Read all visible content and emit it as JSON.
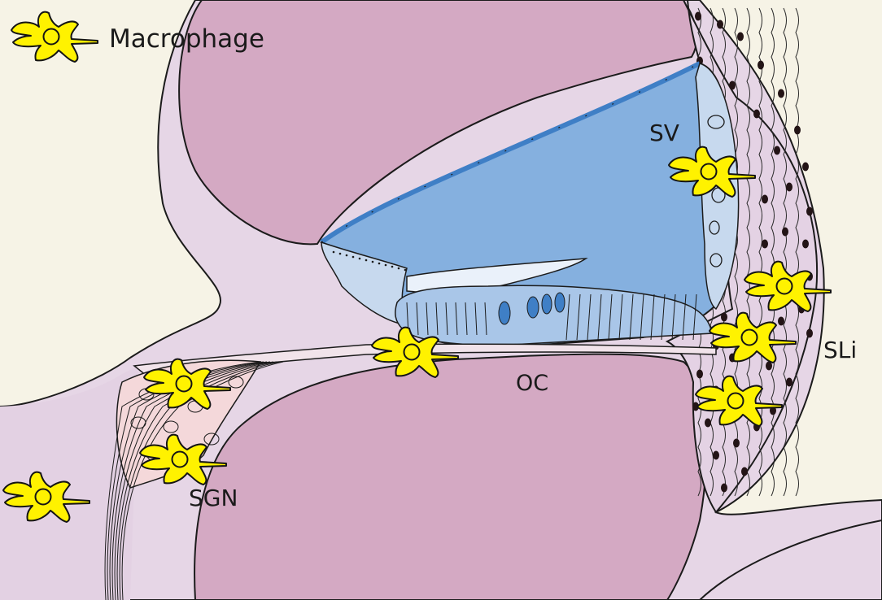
{
  "legend": {
    "label": "Macrophage"
  },
  "labels": {
    "sv": "SV",
    "sli": "SLi",
    "oc": "OC",
    "sgn": "SGN"
  },
  "colors": {
    "background": "#f6f3e6",
    "tissue": "#e6d6e6",
    "bone": "#d4a9c3",
    "duct": "#85b0df",
    "duct_light": "#c7d9ee",
    "duct_dark": "#3f7fc6",
    "ligament": "#e4d2e4",
    "nucleus": "#231416",
    "ganglion": "#f4d8da",
    "macrophage": "#fff200"
  },
  "icons": {
    "macrophage": "macrophage-icon"
  }
}
